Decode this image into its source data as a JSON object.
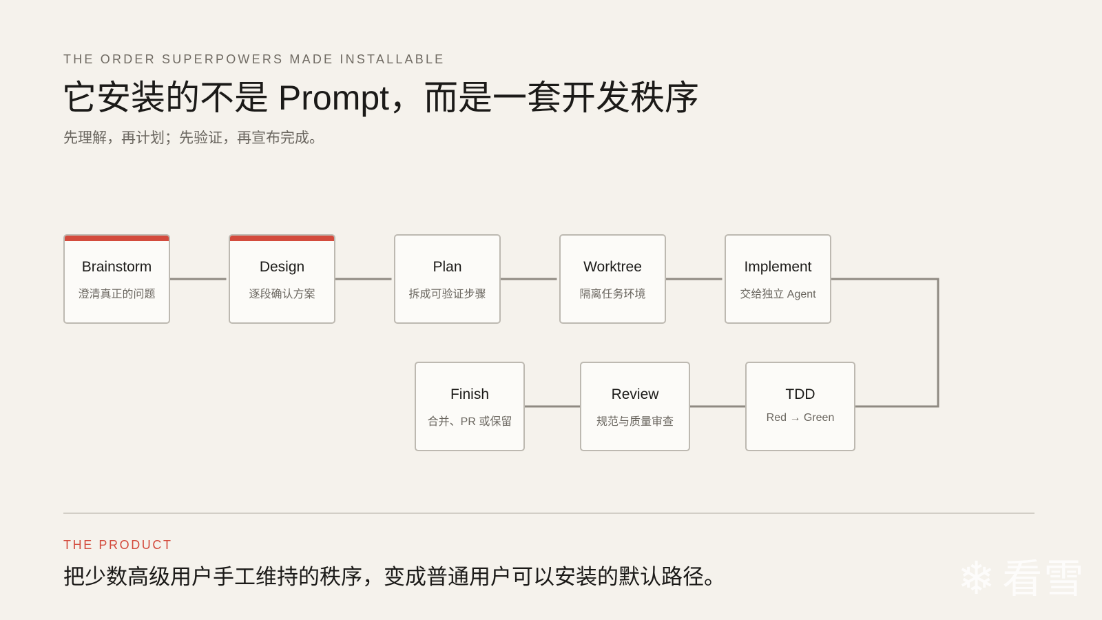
{
  "header": {
    "eyebrow": "THE ORDER SUPERPOWERS MADE INSTALLABLE",
    "title": "它安装的不是 Prompt，而是一套开发秩序",
    "subtitle": "先理解，再计划；先验证，再宣布完成。"
  },
  "flow": {
    "steps": [
      {
        "title": "Brainstorm",
        "desc": "澄清真正的问题",
        "highlight": true
      },
      {
        "title": "Design",
        "desc": "逐段确认方案",
        "highlight": true
      },
      {
        "title": "Plan",
        "desc": "拆成可验证步骤",
        "highlight": false
      },
      {
        "title": "Worktree",
        "desc": "隔离任务环境",
        "highlight": false
      },
      {
        "title": "Implement",
        "desc": "交给独立 Agent",
        "highlight": false
      },
      {
        "title": "TDD",
        "desc": "Red → Green",
        "highlight": false
      },
      {
        "title": "Review",
        "desc": "规范与质量审查",
        "highlight": false
      },
      {
        "title": "Finish",
        "desc": "合并、PR 或保留",
        "highlight": false
      }
    ],
    "colors": {
      "accent": "#d34b3d",
      "line": "#8f8a82",
      "card_border": "#bdb9b1",
      "card_bg": "#fcfbf8"
    }
  },
  "footer": {
    "label": "THE PRODUCT",
    "text": "把少数高级用户手工维持的秩序，变成普通用户可以安装的默认路径。"
  },
  "watermark": {
    "icon": "snowflake-icon",
    "text": "看雪"
  }
}
